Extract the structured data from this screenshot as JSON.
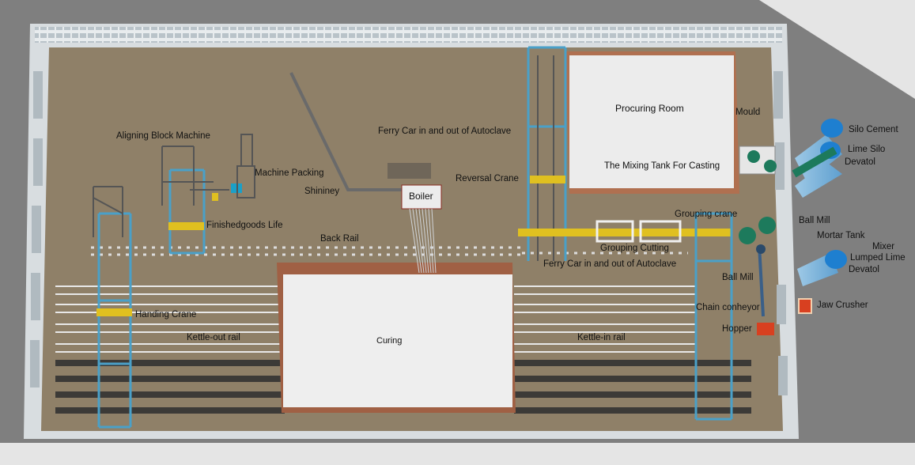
{
  "diagram": {
    "labels": {
      "aligning_block_machine": "Aligning Block  Machine",
      "machine_packing": "Machine Packing",
      "shininey": "Shininey",
      "boiler": "Boiler",
      "ferry_car_top": "Ferry Car in and out of Autoclave",
      "reversal_crane": "Reversal Crane",
      "procuring_room": "Procuring Room",
      "mould": "Mould",
      "mixing_tank": "The Mixing Tank For Casting",
      "silo_cement": "Silo Cement",
      "lime_silo": "Lime Silo",
      "devatol_top": "Devatol",
      "grouping_crane": "Grouping crane",
      "ball_mill_right": "Ball Mill",
      "mortar_tank": "Mortar Tank",
      "mixer": "Mixer",
      "lumped_lime": "Lumped Lime",
      "devatol_bottom": "Devatol",
      "finishedgoods_life": "Finishedgoods  Life",
      "back_rail": "Back Rail",
      "grouping_cutting": "Grouping Cutting",
      "ferry_car_bottom": "Ferry Car in and out of Autoclave",
      "ball_mill_mid": "Ball Mill",
      "handing_crane": "Handing Crane",
      "chain_conveyor": "Chain conheyor",
      "jaw_crusher": "Jaw Crusher",
      "hopper": "Hopper",
      "kettle_out_rail": "Kettle-out rail",
      "curing": "Curing",
      "kettle_in_rail": "Kettle-in rail"
    },
    "colors": {
      "floor": "#8f8068",
      "wall": "#d8dde0",
      "crane_frame": "#4aa0c8",
      "crane_beam": "#e0c020",
      "room_top": "#eeeeee",
      "room_side": "#b07050",
      "silo": "#1e7fd0",
      "hopper": "#d84020",
      "mixer_tank": "#1d7a5c"
    }
  }
}
